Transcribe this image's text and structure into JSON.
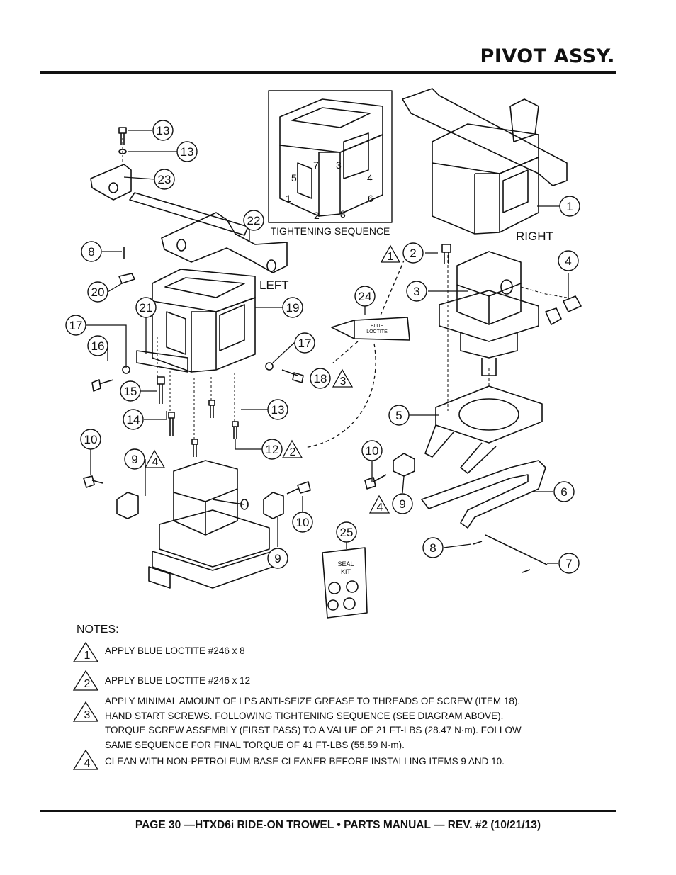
{
  "header": {
    "title": "PIVOT ASSY."
  },
  "footer": {
    "text": "PAGE 30 —HTXD6i RIDE-ON TROWEL • PARTS MANUAL — REV. #2 (10/21/13)"
  },
  "diagram": {
    "inset_caption": "TIGHTENING SEQUENCE",
    "inset_numbers": [
      "7",
      "3",
      "5",
      "4",
      "1",
      "6",
      "2",
      "8"
    ],
    "left_label": "LEFT",
    "right_label": "RIGHT",
    "loctite_label_1": "BLUE",
    "loctite_label_2": "LOCTITE",
    "seal_kit_label_1": "SEAL",
    "seal_kit_label_2": "KIT",
    "callouts": [
      "13",
      "13",
      "23",
      "22",
      "8",
      "20",
      "21",
      "19",
      "17",
      "16",
      "17",
      "18",
      "15",
      "14",
      "13",
      "12",
      "10",
      "9",
      "10",
      "9",
      "1",
      "2",
      "3",
      "4",
      "24",
      "5",
      "10",
      "9",
      "6",
      "8",
      "7",
      "25"
    ],
    "warning_numbers": [
      "1",
      "3",
      "2",
      "4",
      "4"
    ]
  },
  "notes": {
    "heading": "NOTES:",
    "items": [
      {
        "num": "1",
        "lines": [
          "APPLY BLUE LOCTITE #246 x 8"
        ]
      },
      {
        "num": "2",
        "lines": [
          "APPLY BLUE LOCTITE #246 x 12"
        ]
      },
      {
        "num": "3",
        "lines": [
          "APPLY MINIMAL AMOUNT OF LPS ANTI-SEIZE GREASE TO THREADS OF SCREW (ITEM 18).",
          "HAND START SCREWS. FOLLOWING TIGHTENING SEQUENCE (SEE DIAGRAM ABOVE).",
          "TORQUE SCREW ASSEMBLY (FIRST PASS) TO A VALUE OF 21 FT-LBS (28.47 N·m). FOLLOW",
          "SAME SEQUENCE FOR FINAL TORQUE OF 41 FT-LBS (55.59 N·m)."
        ]
      },
      {
        "num": "4",
        "lines": [
          "CLEAN WITH NON-PETROLEUM BASE CLEANER BEFORE INSTALLING ITEMS 9 AND 10."
        ]
      }
    ]
  }
}
